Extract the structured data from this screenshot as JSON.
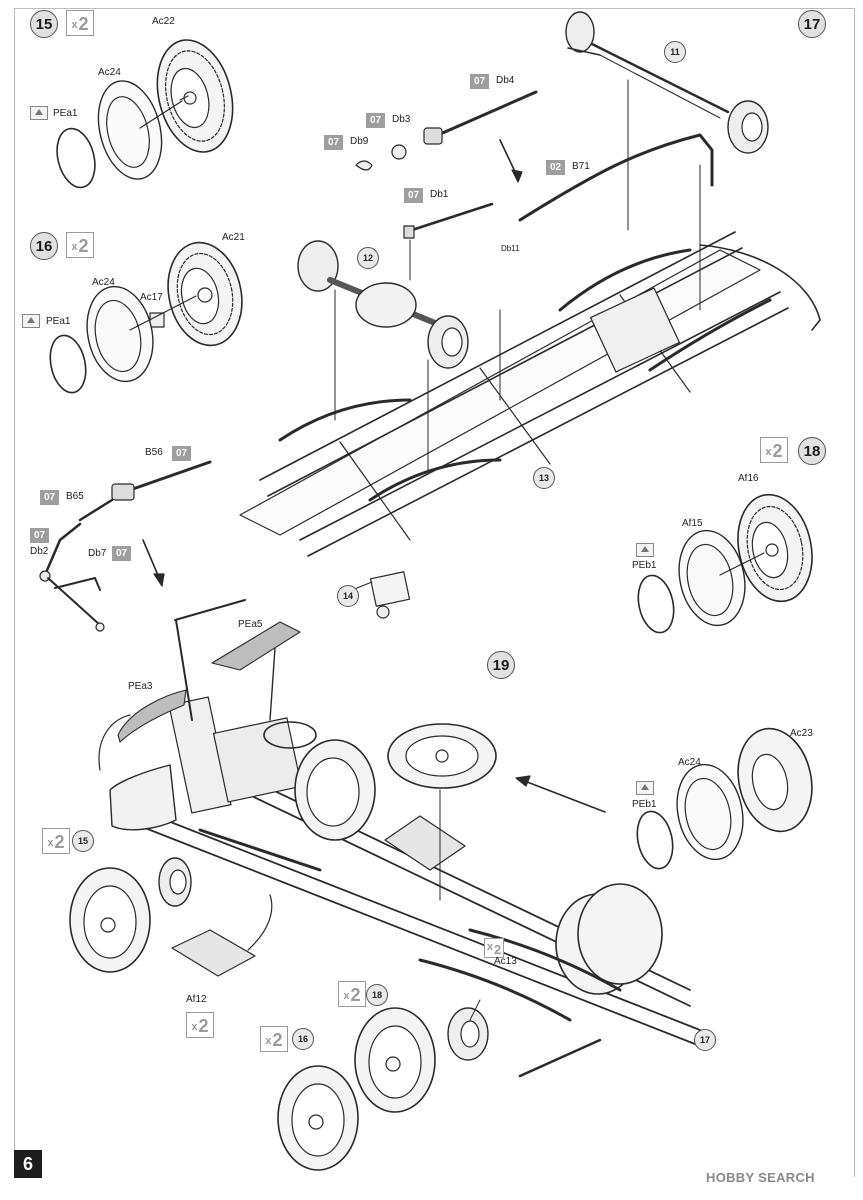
{
  "page_number": "6",
  "watermark": "HOBBY SEARCH",
  "steps": [
    {
      "id": "15",
      "label": "15",
      "qty": "2"
    },
    {
      "id": "16",
      "label": "16",
      "qty": "2"
    },
    {
      "id": "17",
      "label": "17"
    },
    {
      "id": "18",
      "label": "18",
      "qty": "2"
    },
    {
      "id": "19",
      "label": "19"
    }
  ],
  "callouts": {
    "c11": "11",
    "c12": "12",
    "c13": "13",
    "c14": "14",
    "c15": "15",
    "c16": "16",
    "c17": "17",
    "c18": "18"
  },
  "parts": {
    "ac22": "Ac22",
    "ac24a": "Ac24",
    "pea1a": "PEa1",
    "ac21": "Ac21",
    "ac24b": "Ac24",
    "ac17": "Ac17",
    "pea1b": "PEa1",
    "db4": "Db4",
    "db3": "Db3",
    "db9": "Db9",
    "b71": "B71",
    "db1": "Db1",
    "db11": "Db11",
    "b56": "B56",
    "b65": "B65",
    "db2": "Db2",
    "db7": "Db7",
    "af16": "Af16",
    "af15": "Af15",
    "peb1a": "PEb1",
    "pea5": "PEa5",
    "pea3": "PEa3",
    "ac23": "Ac23",
    "ac24c": "Ac24",
    "peb1b": "PEb1",
    "ac13": "Ac13",
    "af12": "Af12"
  },
  "sprues": {
    "s_db4": "07",
    "s_db3": "07",
    "s_db9": "07",
    "s_b71": "02",
    "s_db1": "07",
    "s_b56": "07",
    "s_b65": "07",
    "s_db2": "07",
    "s_db7": "07"
  },
  "qty_badges": {
    "q19_15": "2",
    "q19_ac13": "2",
    "q19_af12": "2",
    "q19_18": "2",
    "q19_16": "2"
  },
  "colors": {
    "ink": "#222222",
    "tone": "#9e9e9e",
    "badge_bg": "#e1e1e1"
  },
  "icons": [
    "photo-etch-icon",
    "direction-arrow-icon",
    "wheel-icon",
    "tire-icon"
  ]
}
